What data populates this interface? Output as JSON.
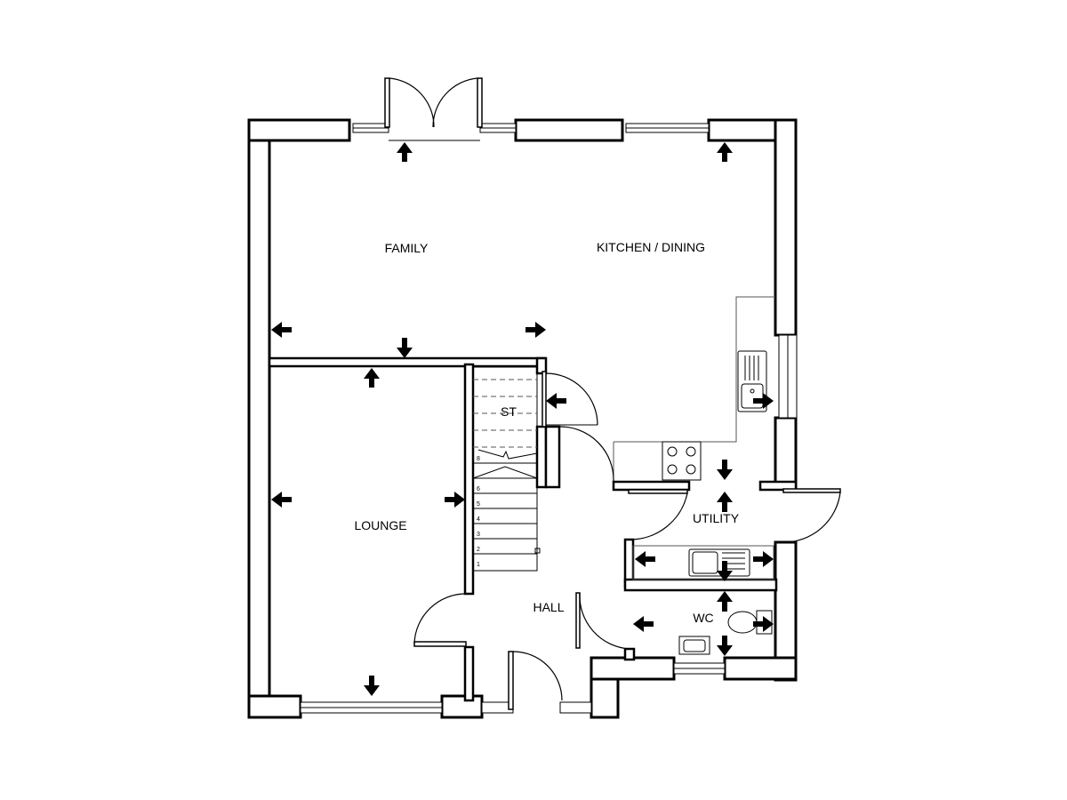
{
  "rooms": {
    "family": "FAMILY",
    "kitchen_dining": "KITCHEN / DINING",
    "lounge": "LOUNGE",
    "store": "ST",
    "hall": "HALL",
    "utility": "UTILITY",
    "wc": "WC"
  },
  "stairs": {
    "steps": [
      "1",
      "2",
      "3",
      "4",
      "5",
      "6"
    ],
    "top_step": "8"
  },
  "icons": {
    "dimension_arrow": "arrow-icon",
    "sink": "sink-icon",
    "hob": "hob-icon",
    "toilet": "toilet-icon",
    "basin": "basin-icon"
  },
  "colors": {
    "line": "#000000",
    "background": "#ffffff"
  }
}
